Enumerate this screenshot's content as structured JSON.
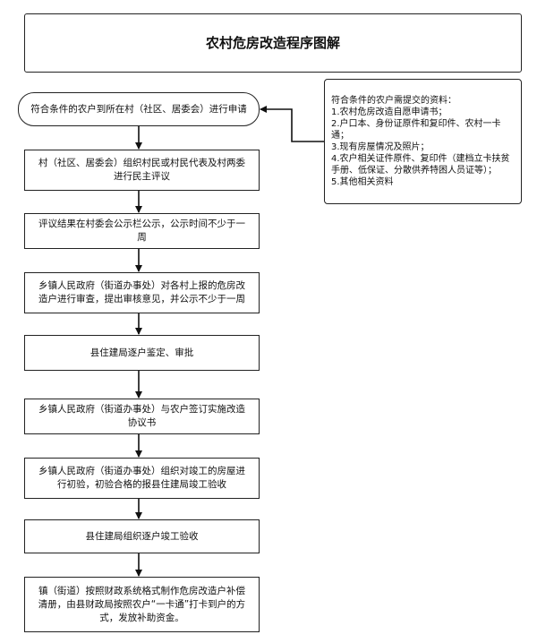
{
  "title": "农村危房改造程序图解",
  "steps": [
    "符合条件的农户到所在村（社区、居委会）进行申请",
    "村（社区、居委会）组织村民或村民代表及村两委进行民主评议",
    "评议结果在村委会公示栏公示，公示时间不少于一周",
    "乡镇人民政府（街道办事处）对各村上报的危房改造户进行审查，提出审核意见，并公示不少于一周",
    "县住建局逐户鉴定、审批",
    "乡镇人民政府（街道办事处）与农户签订实施改造协议书",
    "乡镇人民政府（街道办事处）组织对竣工的房屋进行初验，初验合格的报县住建局竣工验收",
    "县住建局组织逐户竣工验收",
    "镇（街道）按照财政系统格式制作危房改造户补偿清册，由县财政局按照农户“一卡通”打卡到户的方式，发放补助资金。"
  ],
  "materials": {
    "heading": "符合条件的农户需提交的资料：",
    "items": [
      "1.农村危房改造自愿申请书；",
      "2.户口本、身份证原件和复印件、农村一卡通；",
      "3.现有房屋情况及照片；",
      "4.农户相关证件原件、复印件（建档立卡扶贫手册、低保证、分散供养特困人员证等）；",
      "5.其他相关资料"
    ]
  }
}
